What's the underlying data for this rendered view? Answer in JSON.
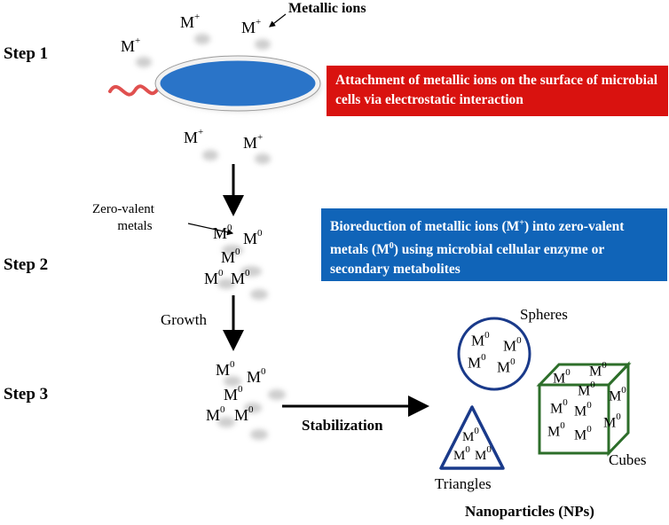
{
  "steps": {
    "step1": "Step 1",
    "step2": "Step 2",
    "step3": "Step 3"
  },
  "labels": {
    "metallic_ions": "Metallic ions",
    "zero_valent_line1": "Zero-valent",
    "zero_valent_line2": "metals",
    "growth": "Growth",
    "stabilization": "Stabilization",
    "spheres": "Spheres",
    "cubes": "Cubes",
    "triangles": "Triangles",
    "nanoparticles": "Nanoparticles (NPs)"
  },
  "boxes": {
    "step1": {
      "text": "Attachment of metallic ions on the surface of microbial cells via electrostatic interaction",
      "color": "#d9120f"
    },
    "step2": {
      "line1": "Bioreduction of metallic ions (M",
      "sup1": "+",
      "line2": ") into zero-valent metals (M",
      "sup2": "0",
      "line3": ") using microbial cellular enzyme or secondary metabolites",
      "color": "#1064b8"
    }
  },
  "symbols": {
    "ion_base": "M",
    "ion_sup": "+",
    "zero_base": "M",
    "zero_sup": "0"
  },
  "colors": {
    "cell_fill": "#2a74c8",
    "cell_edge": "#1c4f8a",
    "flagellum": "#e0504f",
    "sphere": "#1a3a8a",
    "triangle": "#1a3a8a",
    "cube": "#2d6e2a",
    "arrow": "#000000"
  }
}
